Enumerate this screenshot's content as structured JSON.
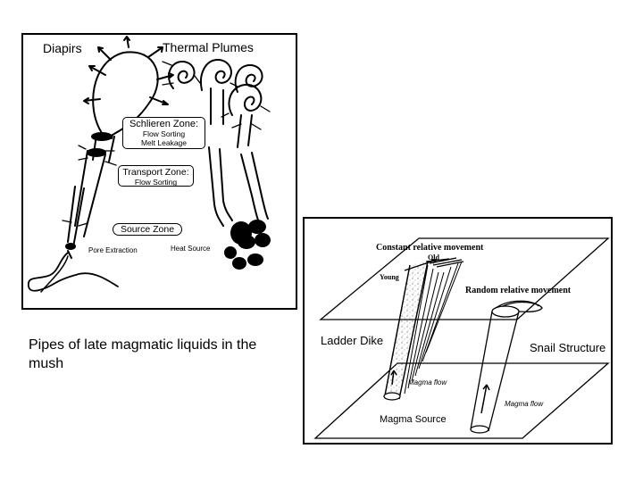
{
  "left_diagram": {
    "title_diapirs": "Diapirs",
    "title_plumes": "Thermal Plumes",
    "schlieren_zone": {
      "title": "Schlieren Zone:",
      "line1": "Flow Sorting",
      "line2": "Melt Leakage"
    },
    "transport_zone": {
      "title": "Transport Zone:",
      "line1": "Flow Sorting"
    },
    "source_zone": "Source Zone",
    "pore_extraction": "Pore Extraction",
    "heat_source": "Heat Source"
  },
  "right_diagram": {
    "constant_movement": "Constant relative  movement",
    "old": "Old",
    "young": "Young",
    "random_movement": "Random relative movement",
    "ladder_dike": "Ladder Dike",
    "snail_structure": "Snail Structure",
    "magma_flow_left": "Magma flow",
    "magma_flow_right": "Magma flow",
    "magma_source": "Magma Source"
  },
  "caption": "Pipes of late magmatic liquids in the mush"
}
